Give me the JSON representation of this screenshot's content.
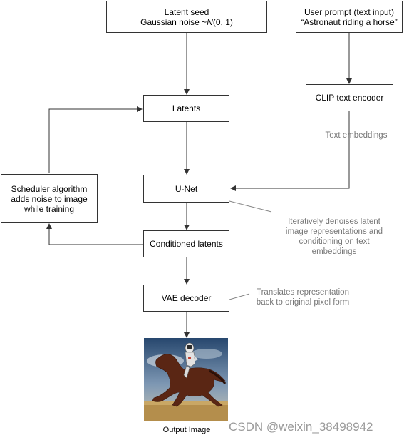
{
  "nodes": {
    "latent_seed": {
      "line1": "Latent seed",
      "line2_prefix": "Gaussian noise ~",
      "line2_italic": "N",
      "line2_suffix": "(0, 1)"
    },
    "user_prompt": {
      "line1": "User prompt (text input)",
      "line2": "“Astronaut riding a horse”"
    },
    "latents": {
      "label": "Latents"
    },
    "clip_encoder": {
      "label": "CLIP text encoder"
    },
    "unet": {
      "label": "U-Net"
    },
    "scheduler": {
      "line1": "Scheduler algorithm",
      "line2": "adds noise to image",
      "line3": "while training"
    },
    "conditioned_latents": {
      "label": "Conditioned latents"
    },
    "vae_decoder": {
      "label": "VAE decoder"
    }
  },
  "notes": {
    "text_embeddings": "Text embeddings",
    "unet_note": {
      "line1": "Iteratively denoises latent",
      "line2": "image representations and",
      "line3": "conditioning on text",
      "line4": "embeddings"
    },
    "vae_note": {
      "line1": "Translates representation",
      "line2": "back to original pixel form"
    }
  },
  "output": {
    "caption": "Output Image",
    "image_subject": "astronaut-riding-horse"
  },
  "watermark": "CSDN @weixin_38498942",
  "colors": {
    "line": "#333333",
    "note_text": "#777777",
    "pointer": "#888888"
  }
}
